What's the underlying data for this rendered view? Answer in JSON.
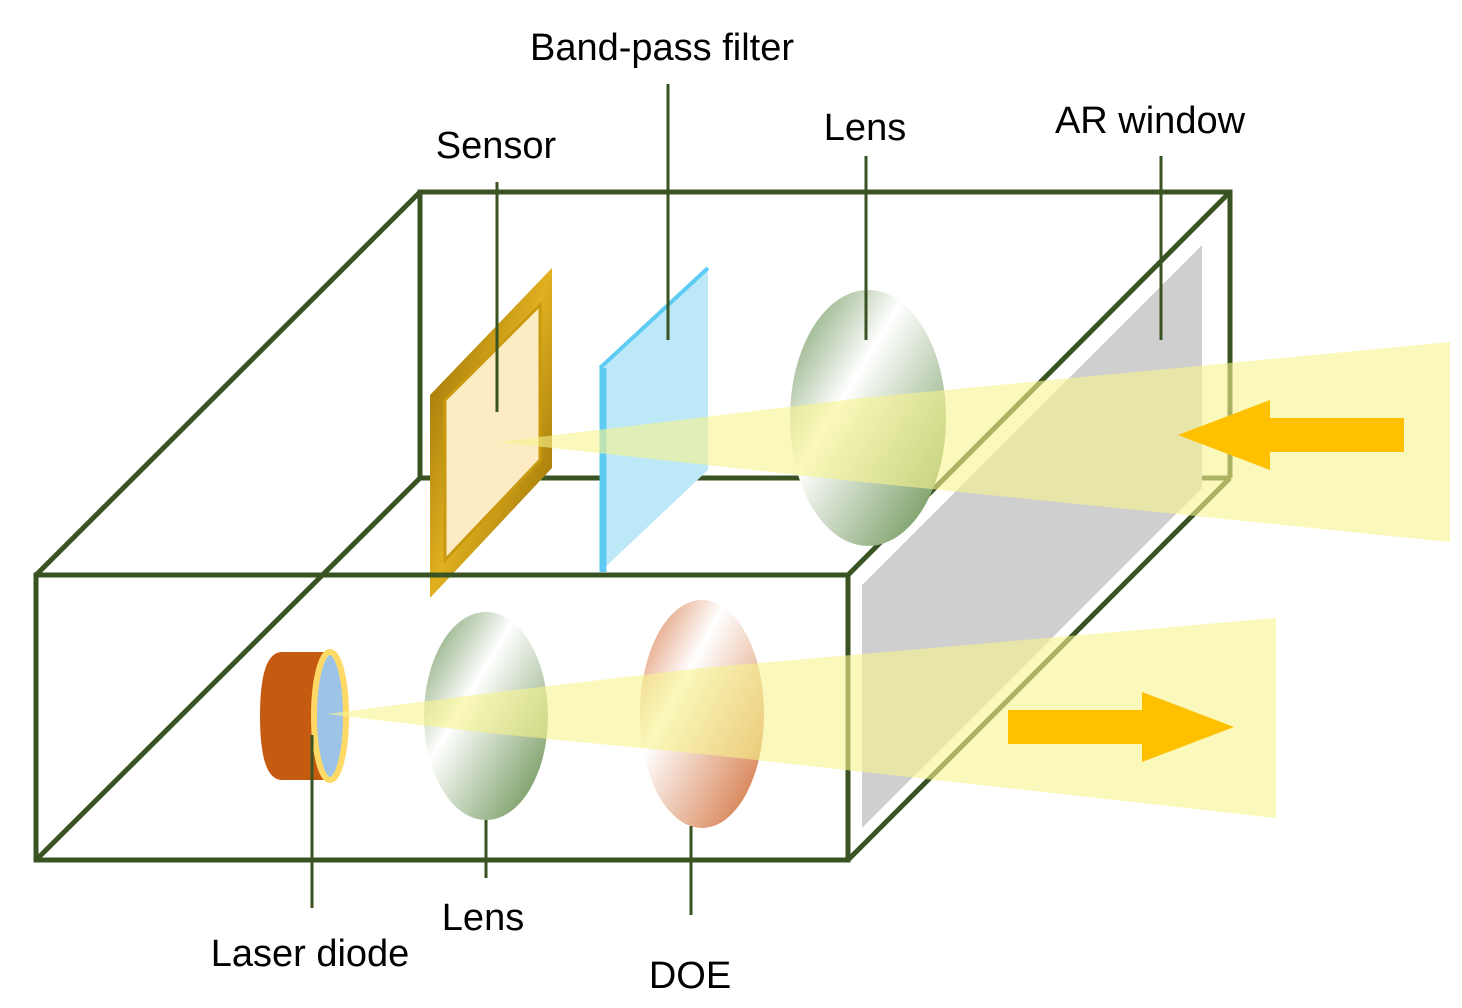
{
  "labels": {
    "band_pass_filter": "Band-pass filter",
    "sensor": "Sensor",
    "lens_top": "Lens",
    "ar_window": "AR window",
    "laser_diode": "Laser diode",
    "lens_bottom": "Lens",
    "doe": "DOE"
  },
  "colors": {
    "frame": "#3a5323",
    "beam": "#f7f48c",
    "arrow": "#ffc000",
    "ar_window": "#cfcfcf",
    "filter": "#bde8f7",
    "filter_edge": "#5ecbf2",
    "sensor_frame": "#b8860b",
    "sensor_face": "#fdebc4",
    "lens": "#6e955a",
    "doe": "#d9703d",
    "laser_body": "#c55a11",
    "laser_face": "#9dc3e6",
    "laser_rim": "#ffd966"
  },
  "icons": {
    "incoming_arrow": "arrow-left-icon",
    "outgoing_arrow": "arrow-right-icon"
  }
}
